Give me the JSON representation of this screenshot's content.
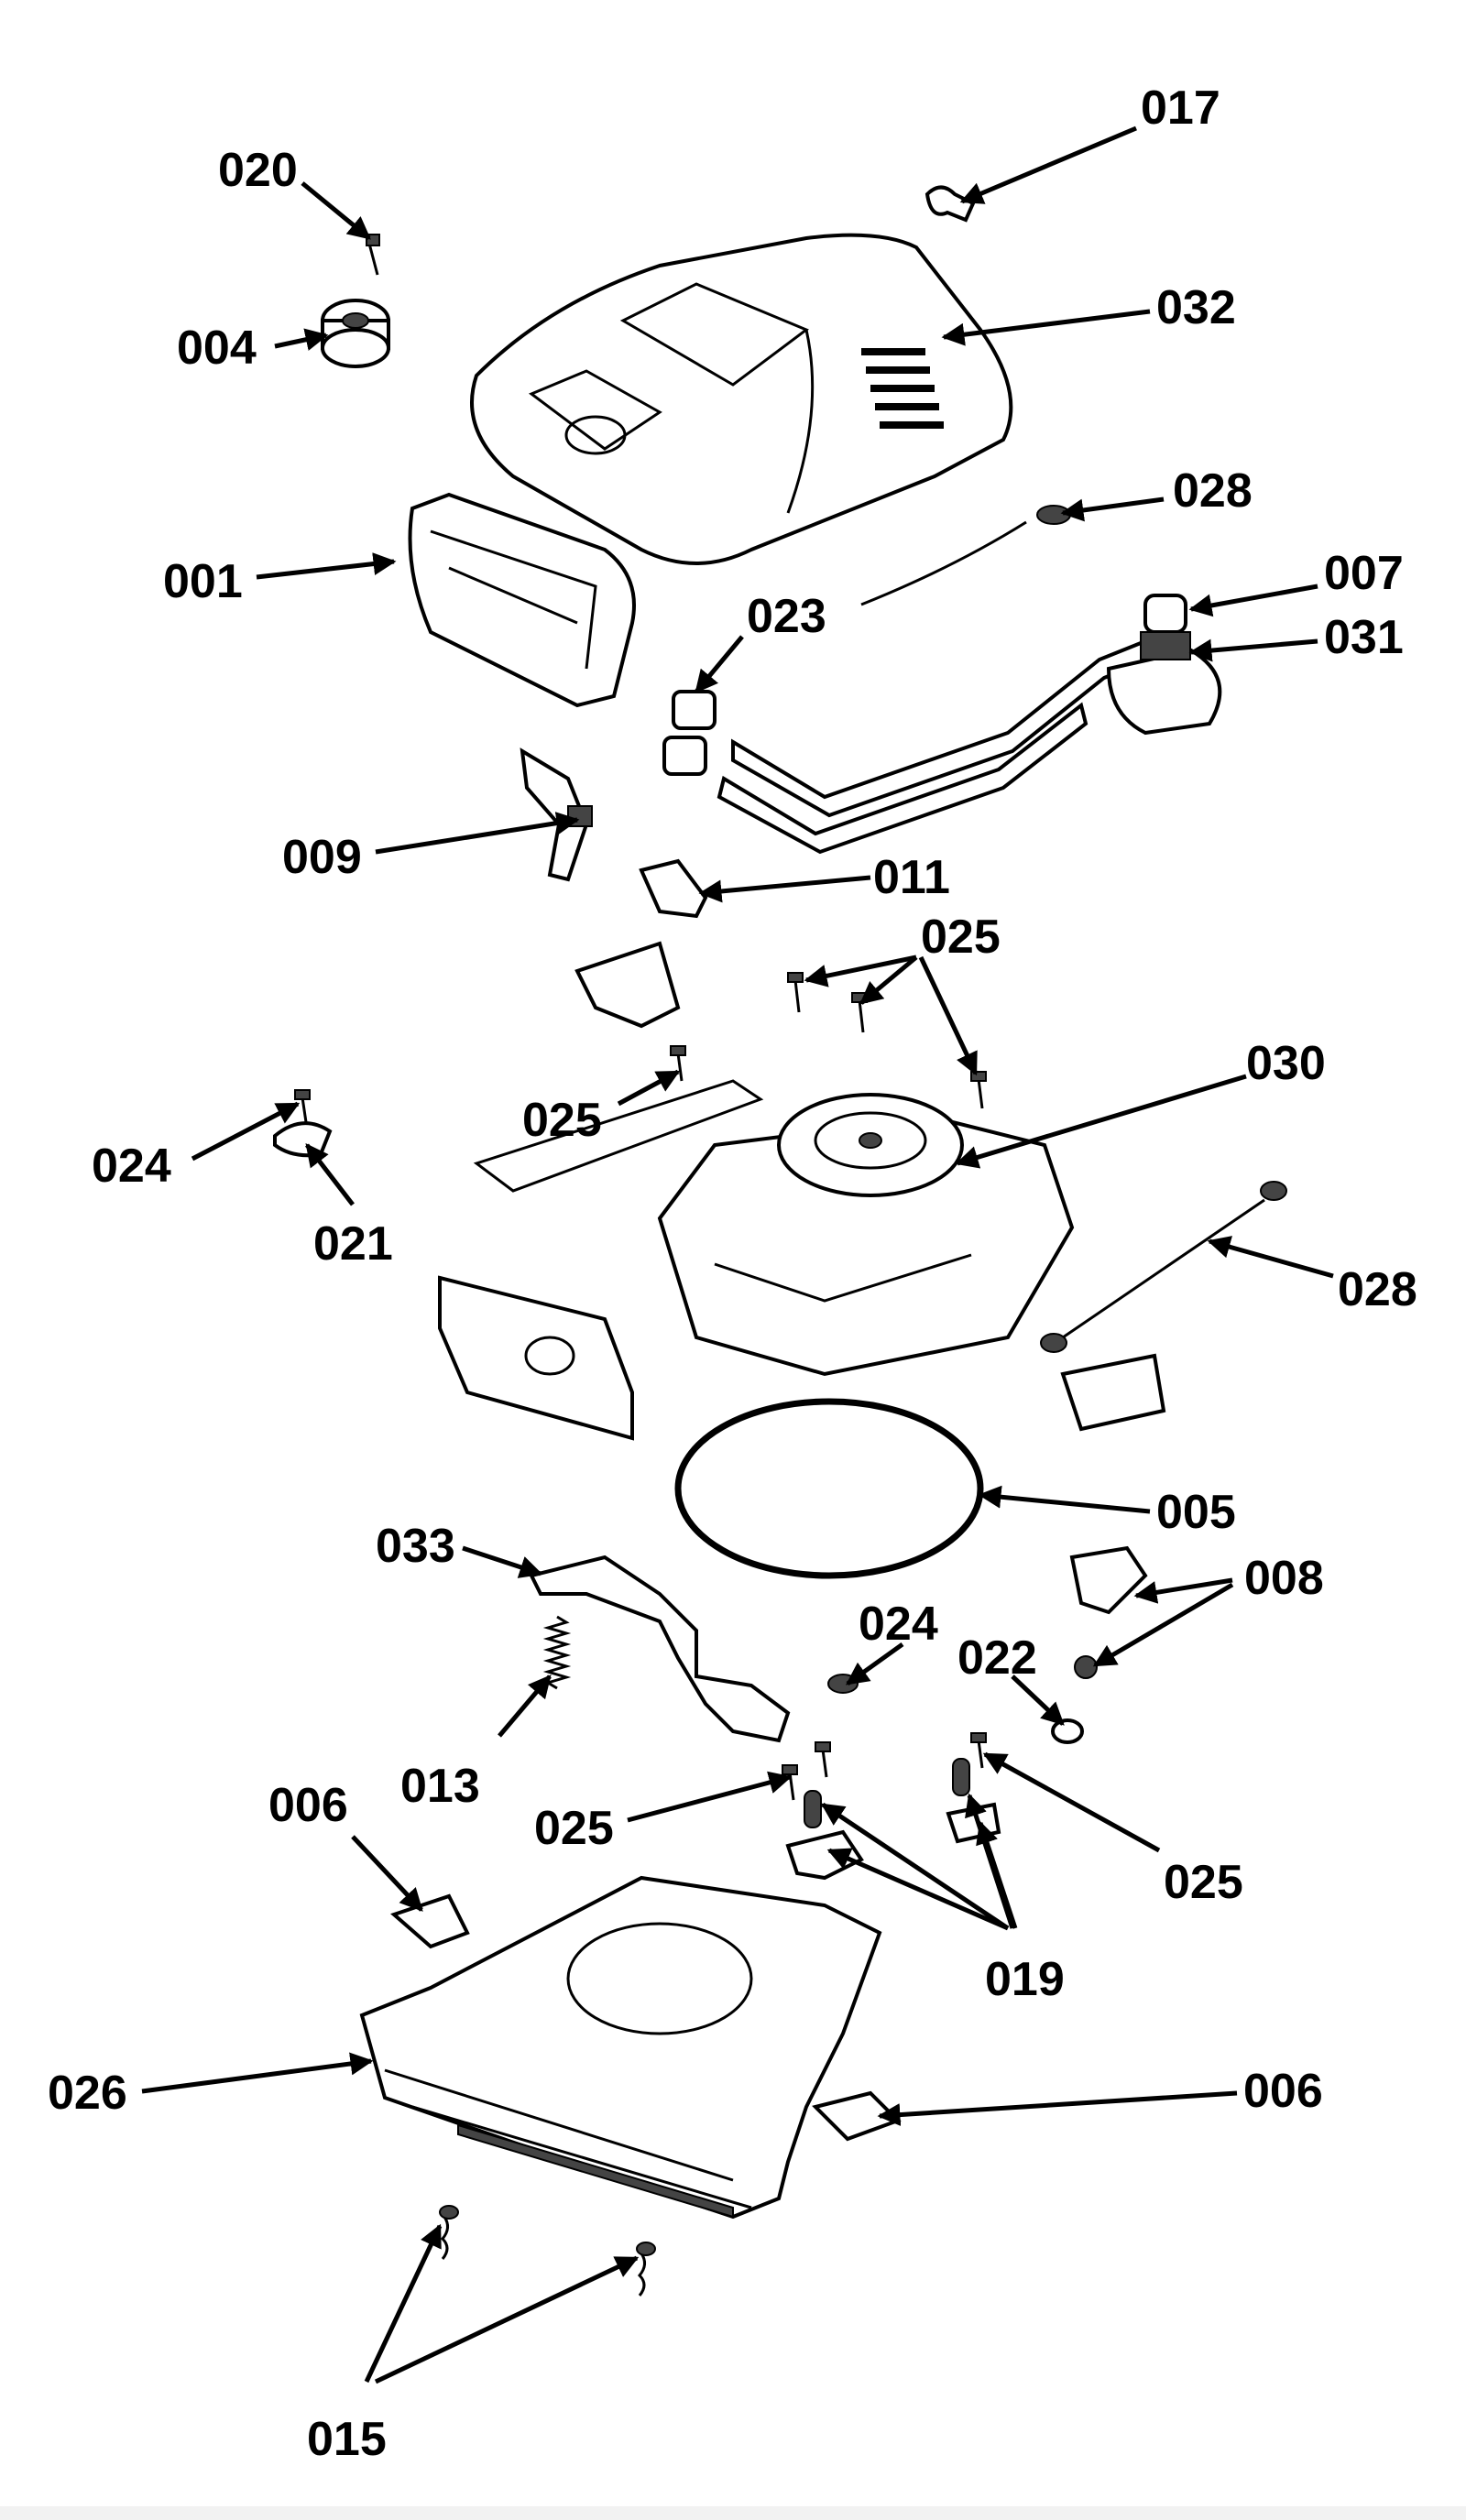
{
  "labels": {
    "l017": "017",
    "l020": "020",
    "l004": "004",
    "l032": "032",
    "l028a": "028",
    "l001": "001",
    "l007": "007",
    "l031": "031",
    "l023": "023",
    "l009": "009",
    "l011": "011",
    "l025a": "025",
    "l030": "030",
    "l025b": "025",
    "l024a": "024",
    "l021": "021",
    "l028b": "028",
    "l005": "005",
    "l033": "033",
    "l008": "008",
    "l024b": "024",
    "l022": "022",
    "l013": "013",
    "l006a": "006",
    "l025c": "025",
    "l025d": "025",
    "l019": "019",
    "l026": "026",
    "l006b": "006",
    "l015": "015"
  }
}
